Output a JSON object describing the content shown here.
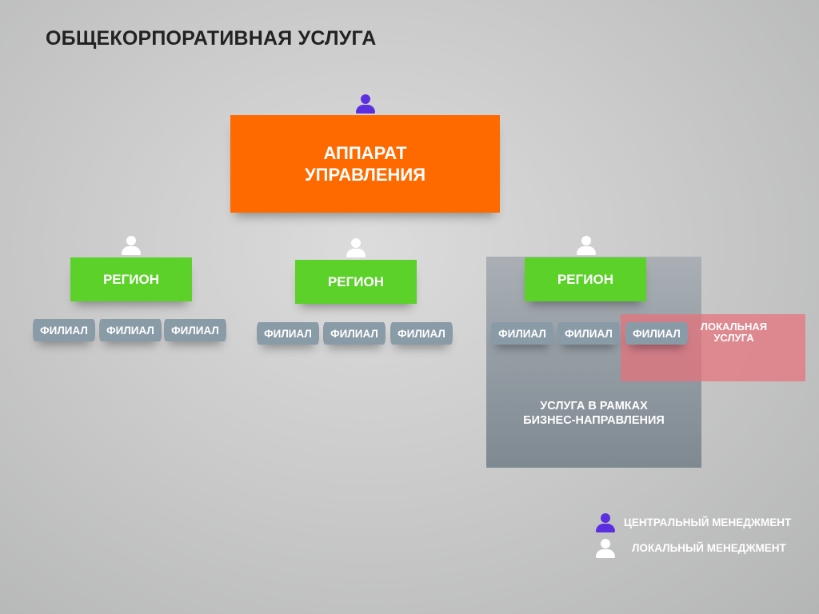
{
  "title": "ОБЩЕКОРПОРАТИВНАЯ УСЛУГА",
  "head_office": {
    "line1": "АППАРАТ",
    "line2": "УПРАВЛЕНИЯ"
  },
  "regions": [
    {
      "label": "РЕГИОН",
      "branches": [
        "ФИЛИАЛ",
        "ФИЛИАЛ",
        "ФИЛИАЛ"
      ]
    },
    {
      "label": "РЕГИОН",
      "branches": [
        "ФИЛИАЛ",
        "ФИЛИАЛ",
        "ФИЛИАЛ"
      ]
    },
    {
      "label": "РЕГИОН",
      "branches": [
        "ФИЛИАЛ",
        "ФИЛИАЛ",
        "ФИЛИАЛ"
      ]
    }
  ],
  "business_service": {
    "line1": "УСЛУГА В РАМКАХ",
    "line2": "БИЗНЕС-НАПРАВЛЕНИЯ"
  },
  "local_service": {
    "line1": "ЛОКАЛЬНАЯ",
    "line2": "УСЛУГА"
  },
  "legend": {
    "central": "ЦЕНТРАЛЬНЫЙ МЕНЕДЖМЕНТ",
    "local": "ЛОКАЛЬНЫЙ МЕНЕДЖМЕНТ"
  },
  "colors": {
    "central": "#5b2fe0",
    "local": "#ffffff",
    "head_office": "#ff6a00",
    "region": "#5bd12a",
    "branch": "#8a9ba8"
  }
}
